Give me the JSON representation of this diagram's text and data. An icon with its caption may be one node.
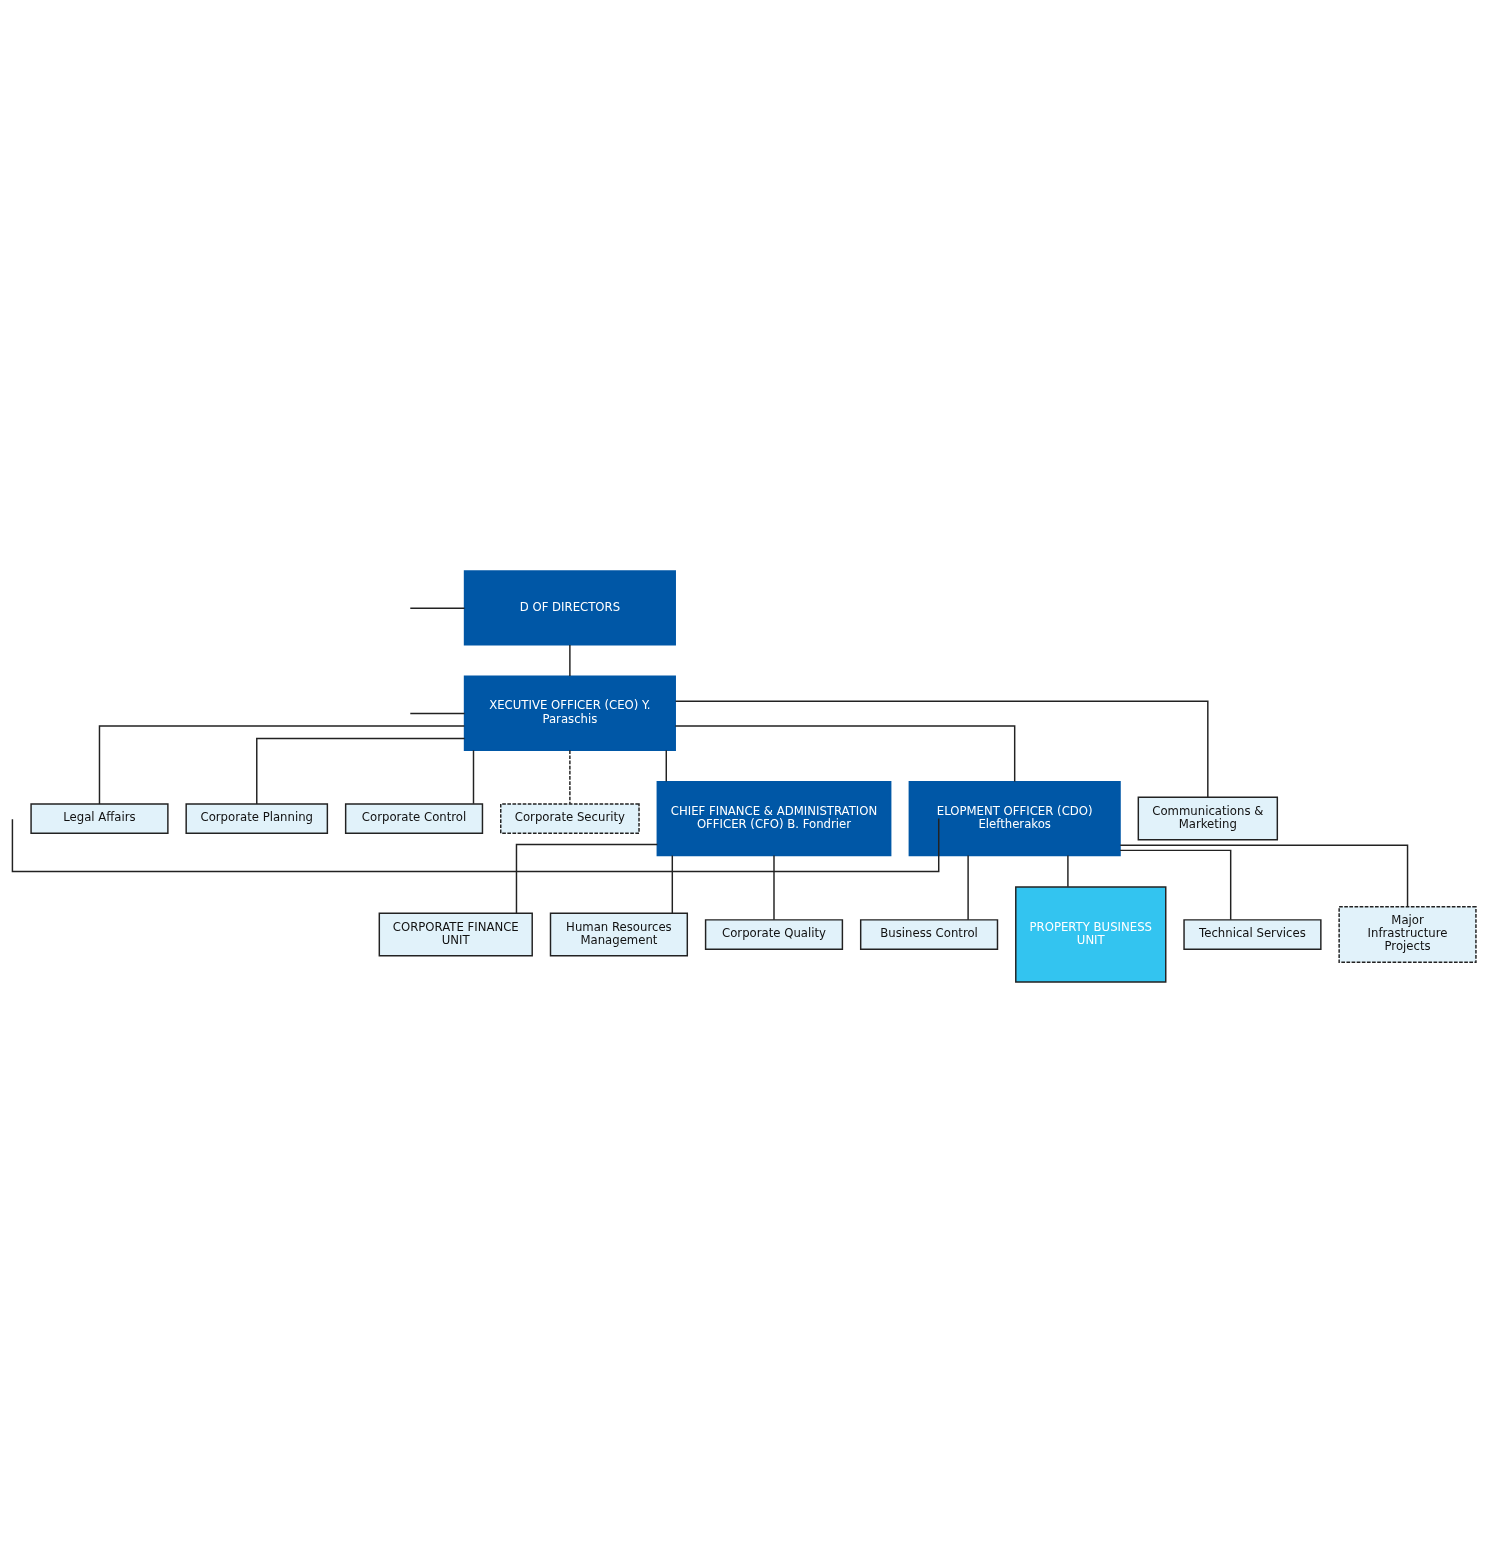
{
  "diagram": {
    "nodes": [
      {
        "text": [
          "D OF DIRECTORS"
        ]
      },
      {
        "text": [
          "XECUTIVE OFFICER (CEO) Y. Paraschis"
        ]
      },
      {
        "text": [
          "Communications & Marketing"
        ]
      },
      {
        "text": [
          "Legal Affairs"
        ]
      },
      {
        "text": [
          "Corporate Planning"
        ]
      },
      {
        "text": [
          "Corporate Control"
        ]
      },
      {
        "text": [
          "Corporate Security"
        ]
      },
      {
        "text": [
          "ELOPMENT OFFICER (CDO) Eleftherakos"
        ]
      },
      {
        "text": [
          "CHIEF FINANCE & ADMINISTRATION OFFICER (CFO) B. Fondrier"
        ]
      },
      {
        "text": [
          "PROPERTY BUSINESS UNIT"
        ]
      },
      {
        "text": [
          "Technical Services"
        ]
      },
      {
        "text": [
          "Major Infrastructure Projects"
        ]
      },
      {
        "text": [
          "Business Control"
        ]
      },
      {
        "text": [
          "CORPORATE FINANCE UNIT"
        ]
      },
      {
        "text": [
          "Human Resources Management"
        ]
      },
      {
        "text": [
          "Corporate Quality"
        ]
      }
    ],
    "edges": [
      {
        "from": 0,
        "to": 1,
        "arrow": "none"
      },
      {
        "from": 0,
        "to": null,
        "arrow": "none"
      },
      {
        "from": 1,
        "to": 2,
        "arrow": "none"
      },
      {
        "from": 1,
        "to": 3,
        "arrow": "none"
      },
      {
        "from": 1,
        "to": 4,
        "arrow": "none"
      },
      {
        "from": 1,
        "to": 5,
        "arrow": "none"
      },
      {
        "from": 1,
        "to": 6,
        "arrow": "none",
        "style": "dashed"
      },
      {
        "from": 1,
        "to": null,
        "arrow": "none"
      },
      {
        "from": 1,
        "to": 7,
        "arrow": "none"
      },
      {
        "from": 1,
        "to": 8,
        "arrow": "none"
      },
      {
        "from": 7,
        "to": null,
        "arrow": "none"
      },
      {
        "from": 7,
        "to": 9,
        "arrow": "none"
      },
      {
        "from": 7,
        "to": 10,
        "arrow": "none"
      },
      {
        "from": 7,
        "to": 11,
        "arrow": "none"
      },
      {
        "from": 7,
        "to": 12,
        "arrow": "none"
      },
      {
        "from": 8,
        "to": 13,
        "arrow": "none"
      },
      {
        "from": 8,
        "to": 14,
        "arrow": "none"
      },
      {
        "from": 8,
        "to": 15,
        "arrow": "none"
      }
    ]
  }
}
